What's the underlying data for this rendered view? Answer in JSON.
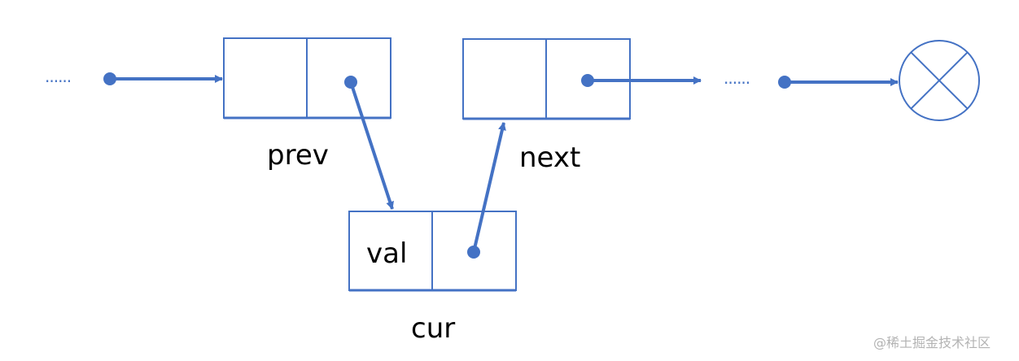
{
  "colors": {
    "primary": "#4472C4",
    "text": "#000000",
    "watermark": "#B3B3B3"
  },
  "nodes": {
    "prev": {
      "label": "prev"
    },
    "next": {
      "label": "next"
    },
    "cur": {
      "label": "cur",
      "value_label": "val"
    }
  },
  "ellipsis": {
    "left": "......",
    "right": "......"
  },
  "null_terminator_icon": "circle-x-icon",
  "watermark": "@稀土掘金技术社区"
}
